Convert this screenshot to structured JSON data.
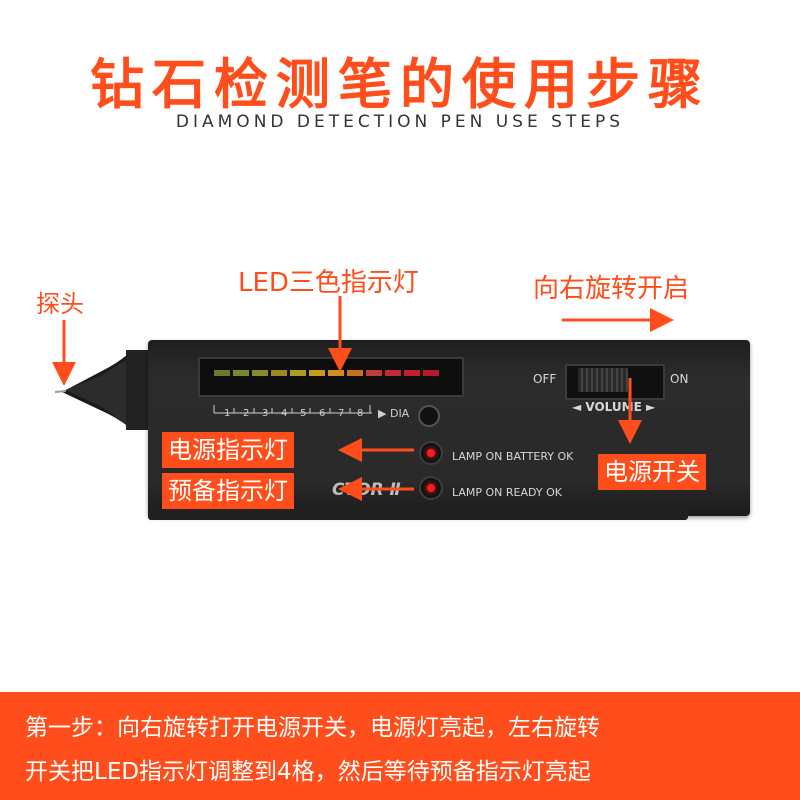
{
  "header": {
    "title": "钻石检测笔的使用步骤",
    "subtitle": "DIAMOND DETECTION PEN USE STEPS"
  },
  "labels": {
    "probe": "探头",
    "led": "LED三色指示灯",
    "rotate": "向右旋转开启",
    "power_indicator": "电源指示灯",
    "ready_indicator": "预备指示灯",
    "power_switch": "电源开关"
  },
  "device": {
    "scale_numbers": [
      "1",
      "2",
      "3",
      "4",
      "5",
      "6",
      "7",
      "8"
    ],
    "dia": "DIA",
    "lamp_battery": "LAMP ON BATTERY OK",
    "lamp_ready": "LAMP ON READY OK",
    "off": "OFF",
    "on": "ON",
    "volume": "◄ VOLUME ►",
    "brand_partial": "CTOR Ⅱ"
  },
  "instructions": {
    "line1": "第一步：向右旋转打开电源开关，电源灯亮起，左右旋转",
    "line2": "开关把LED指示灯调整到4格，然后等待预备指示灯亮起"
  },
  "colors": {
    "accent": "#ff4e1b",
    "device_body": "#2a2a2a",
    "led_red": "#ff1a1a"
  }
}
